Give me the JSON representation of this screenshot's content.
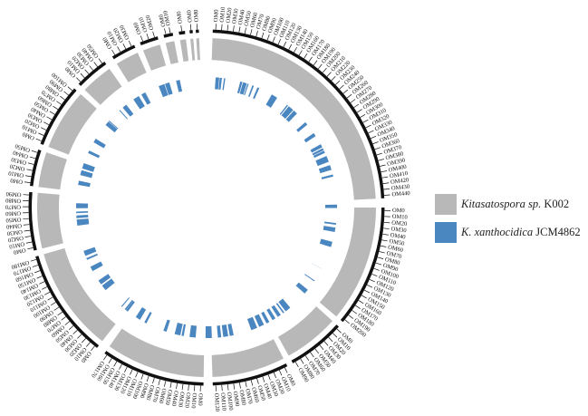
{
  "legend": {
    "items": [
      {
        "italic": "Kitasatospora sp.",
        "plain": "K002",
        "color": "#b8b8b8"
      },
      {
        "italic": "K. xanthocidica",
        "plain": "JCM4862",
        "color": "#4a86c0"
      }
    ]
  },
  "contig_label_prefix": "OM",
  "colors": {
    "reference_ring": "#b8b8b8",
    "match_ring": "#4a86c0",
    "ink": "#111111"
  }
}
